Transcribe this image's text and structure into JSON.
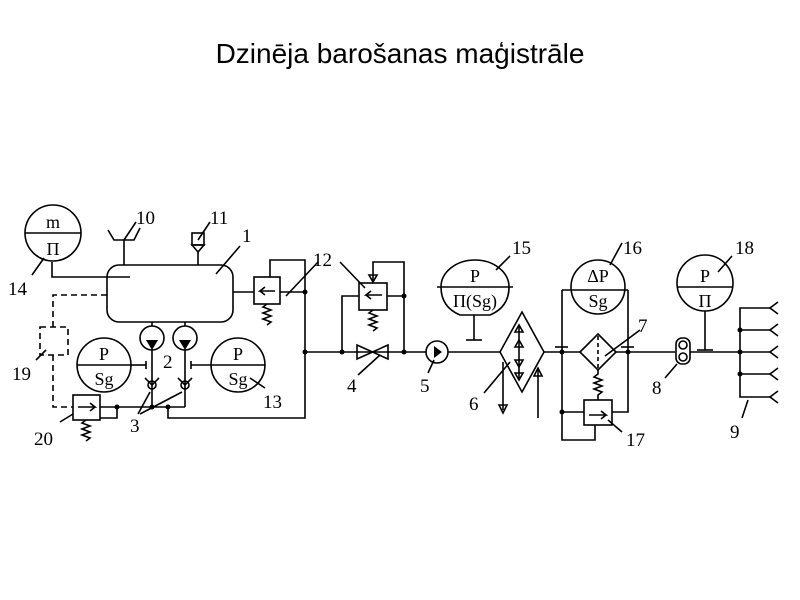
{
  "title": "Dzinēja barošanas maģistrāle",
  "labels": {
    "n1": "1",
    "n2": "2",
    "n3": "3",
    "n4": "4",
    "n5": "5",
    "n6": "6",
    "n7": "7",
    "n8": "8",
    "n9": "9",
    "n10": "10",
    "n11": "11",
    "n12": "12",
    "n13": "13",
    "n14": "14",
    "n15": "15",
    "n16": "16",
    "n17": "17",
    "n18": "18",
    "n19": "19",
    "n20": "20"
  },
  "gauges": {
    "g14": {
      "top": "m",
      "bottom": "Π"
    },
    "g13a": {
      "top": "P",
      "bottom": "Sg"
    },
    "g13b": {
      "top": "P",
      "bottom": "Sg"
    },
    "g15": {
      "top": "P",
      "bottom": "Π(Sg)"
    },
    "g16": {
      "top": "ΔP",
      "bottom": "Sg"
    },
    "g18": {
      "top": "P",
      "bottom": "Π"
    }
  }
}
